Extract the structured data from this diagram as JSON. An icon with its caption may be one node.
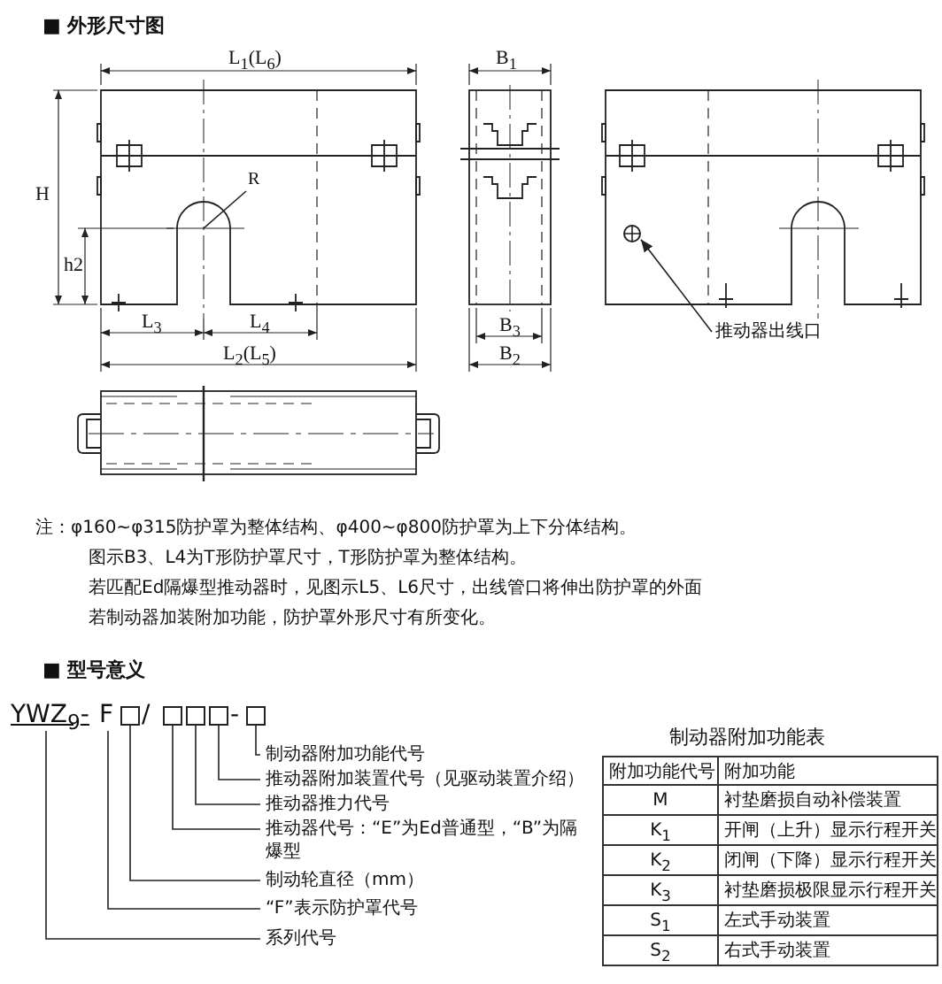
{
  "diagram": {
    "nodes": [
      {
        "text": [
          "R"
        ]
      },
      {
        "text": [],
        "shape": "circle"
      },
      {
        "text": [
          "推动器出线口"
        ]
      },
      {
        "text": [
          "YWZ$_{9}$-"
        ]
      },
      {
        "text": [
          "F"
        ]
      },
      {
        "text": [],
        "shape": "box"
      },
      {
        "text": [],
        "shape": "box"
      },
      {
        "text": [],
        "shape": "box"
      },
      {
        "text": [],
        "shape": "box"
      },
      {
        "text": [],
        "shape": "box"
      },
      {
        "text": [
          "制动器附加功能代号"
        ]
      },
      {
        "text": [
          "推动器附加装置代号（见驱动装置介绍）"
        ]
      },
      {
        "text": [
          "推动器推力代号"
        ]
      },
      {
        "text": [
          "推动器代号：“E”为Ed普通型，“B”为隔爆型"
        ]
      },
      {
        "text": [
          "制动轮直径（mm）"
        ]
      },
      {
        "text": [
          "“F”表示防护罩代号"
        ]
      },
      {
        "text": [
          "系列代号"
        ]
      }
    ],
    "edges": [
      {
        "from": 0,
        "to": null,
        "arrow": "none"
      },
      {
        "from": 2,
        "to": 1,
        "arrow": "to"
      },
      {
        "from": 10,
        "to": 9,
        "arrow": "none"
      },
      {
        "from": 11,
        "to": 8,
        "arrow": "none"
      },
      {
        "from": 12,
        "to": 7,
        "arrow": "none"
      },
      {
        "from": 13,
        "to": 6,
        "arrow": "none"
      },
      {
        "from": 14,
        "to": 5,
        "arrow": "none"
      },
      {
        "from": 15,
        "to": 4,
        "arrow": "none"
      },
      {
        "from": 16,
        "to": 3,
        "arrow": "none"
      }
    ],
    "labels": [
      "■ 外形尺寸图",
      "L$_{1}$(L$_{6}$)",
      "B$_{1}$",
      "H",
      "h2",
      "L$_{3}$",
      "L$_{4}$",
      "B$_{3}$",
      "L$_{2}$(L$_{5}$)",
      "B$_{2}$",
      "注：φ160~φ315防护罩为整体结构、φ400~φ800防护罩为上下分体结构。",
      "图示B3、L4为T形防护罩尺寸，T形防护罩为整体结构。",
      "若匹配Ed隔爆型推动器时，见图示L5、L6尺寸，出线管口将伸出防护罩的外面",
      "若制动器加装附加功能，防护罩外形尺寸有所变化。",
      "■ 型号意义",
      "/",
      "-",
      "制动器附加功能表",
      "附加功能代号",
      "附加功能",
      "M",
      "衬垫磨损自动补偿装置",
      "K$_{1}$",
      "开闸（上升）显示行程开关",
      "K$_{2}$",
      "闭闸（下降）显示行程开关",
      "K$_{3}$",
      "衬垫磨损极限显示行程开关",
      "S$_{1}$",
      "左式手动装置",
      "S$_{2}$",
      "右式手动装置"
    ]
  }
}
